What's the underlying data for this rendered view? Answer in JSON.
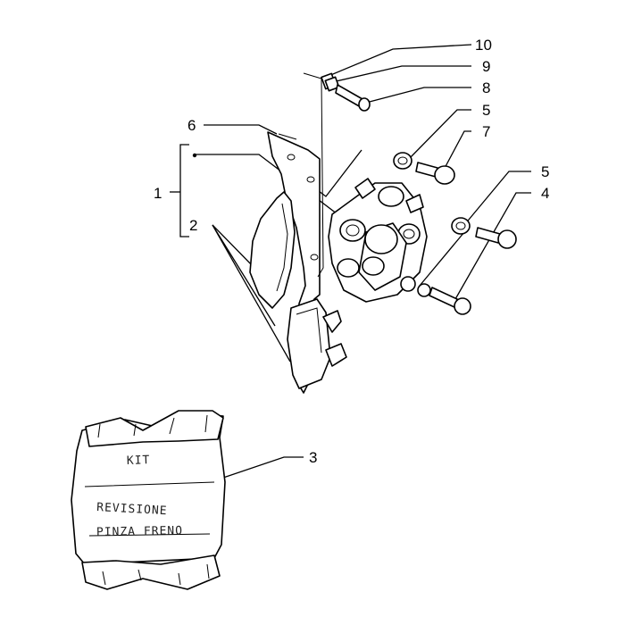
{
  "callouts": {
    "c1": "1",
    "c2": "2",
    "c3": "3",
    "c4": "4",
    "c5a": "5",
    "c5b": "5",
    "c6": "6",
    "c7": "7",
    "c8": "8",
    "c9": "9",
    "c10": "10"
  },
  "kit_bag": {
    "line1": "KIT",
    "line2": "REVISIONE",
    "line3": "PINZA FRENO"
  }
}
